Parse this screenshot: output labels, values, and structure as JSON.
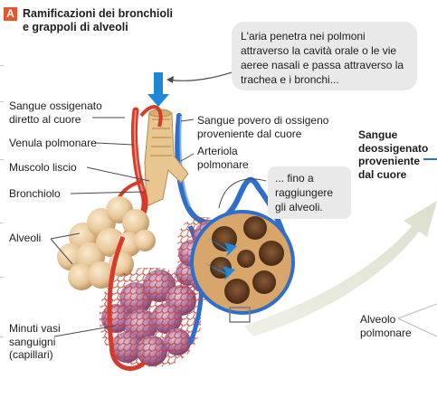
{
  "title": {
    "badge": "A",
    "lines": [
      "Ramificazioni dei bronchioli",
      "e grappoli di alveoli"
    ]
  },
  "callouts": {
    "air_intro": [
      "L'aria penetra nei polmoni",
      "attraverso la cavità orale o le vie",
      "aeree nasali e passa attraverso la",
      "trachea e i bronchi..."
    ],
    "alveoli_reach": [
      "... fino a",
      "raggiungere",
      "gli alveoli."
    ]
  },
  "labels": {
    "oxygenated_blood": [
      "Sangue ossigenato",
      "diretto al cuore"
    ],
    "pulmonary_venule": "Venula polmonare",
    "smooth_muscle": "Muscolo liscio",
    "bronchiole": "Bronchiolo",
    "alveoli": "Alveoli",
    "capillaries": [
      "Minuti vasi",
      "sanguigni",
      "(capillari)"
    ],
    "deoxygenated_blood_in": [
      "Sangue povero di ossigeno",
      "proveniente dal cuore"
    ],
    "pulmonary_arteriole": [
      "Arteriola",
      "polmonare"
    ],
    "deoxygenated_blood_side": [
      "Sangue",
      "deossigenato",
      "proveniente",
      "dal cuore"
    ],
    "pulmonary_alveolus": [
      "Alveolo",
      "polmonare"
    ]
  },
  "colors": {
    "badge": "#e4572e",
    "oxygen_arrow": "#1e88d6",
    "blood_red": "#d63a2a",
    "blood_blue": "#2f6fc9",
    "alveoli_tan": "#e8c89a",
    "capillary_purple": "#8a4ea0",
    "bubble": "#e9e9e9"
  }
}
